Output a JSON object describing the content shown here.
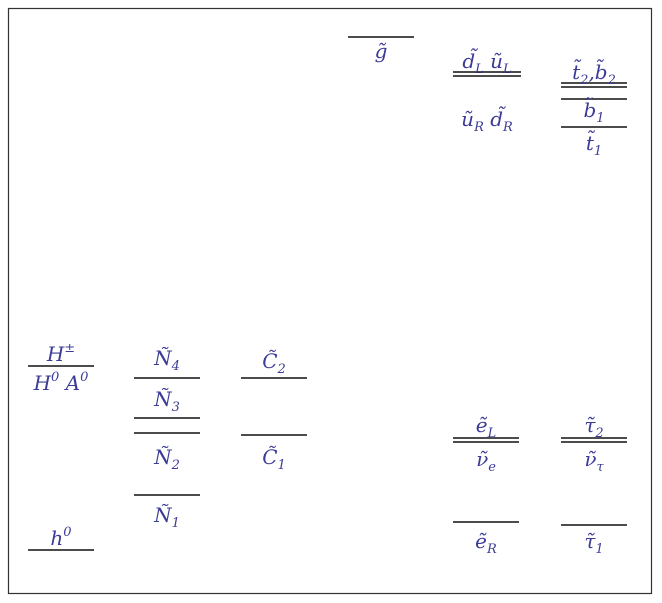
{
  "diagram": {
    "levels": [
      {
        "id": "gluino",
        "count": 1
      },
      {
        "id": "squark-L",
        "count": 2,
        "label": [
          {
            "t": "d̃"
          },
          {
            "t": "L",
            "sub": true
          },
          {
            "t": " ũ"
          },
          {
            "t": "L",
            "sub": true
          }
        ]
      },
      {
        "id": "squark-R",
        "count": 0,
        "label": [
          {
            "t": "ũ"
          },
          {
            "t": "R",
            "sub": true
          },
          {
            "t": " d̃"
          },
          {
            "t": "R",
            "sub": true
          }
        ]
      },
      {
        "id": "stop2-sbottom2",
        "count": 2,
        "label": [
          {
            "t": "t̃"
          },
          {
            "t": "2",
            "sub": true
          },
          {
            "t": ",b̃"
          },
          {
            "t": "2",
            "sub": true
          }
        ]
      },
      {
        "id": "sbottom1",
        "count": 1,
        "label": [
          {
            "t": "b̃"
          },
          {
            "t": "1",
            "sub": true
          }
        ]
      },
      {
        "id": "stop1",
        "count": 1,
        "label": [
          {
            "t": "t̃"
          },
          {
            "t": "1",
            "sub": true
          }
        ]
      },
      {
        "id": "charged-higgs",
        "count": 1,
        "label": [
          {
            "t": "H"
          },
          {
            "t": "±",
            "sup": true
          }
        ]
      },
      {
        "id": "heavy-higgs",
        "count": 1,
        "label": [
          {
            "t": "H"
          },
          {
            "t": "0",
            "sup": true
          },
          {
            "t": " A"
          },
          {
            "t": "0",
            "sup": true
          }
        ]
      },
      {
        "id": "light-higgs",
        "count": 1,
        "label": [
          {
            "t": "h"
          },
          {
            "t": "0",
            "sup": true
          }
        ]
      },
      {
        "id": "neutralino4",
        "count": 1,
        "label": [
          {
            "t": "Ñ"
          },
          {
            "t": "4",
            "sub": true
          }
        ]
      },
      {
        "id": "neutralino3",
        "count": 1,
        "label": [
          {
            "t": "Ñ"
          },
          {
            "t": "3",
            "sub": true
          }
        ]
      },
      {
        "id": "neutralino2",
        "count": 1,
        "label": [
          {
            "t": "Ñ"
          },
          {
            "t": "2",
            "sub": true
          }
        ]
      },
      {
        "id": "neutralino1",
        "count": 1,
        "label": [
          {
            "t": "Ñ"
          },
          {
            "t": "1",
            "sub": true
          }
        ]
      },
      {
        "id": "chargino2",
        "count": 1,
        "label": [
          {
            "t": "C̃"
          },
          {
            "t": "2",
            "sub": true
          }
        ]
      },
      {
        "id": "chargino1",
        "count": 1,
        "label": [
          {
            "t": "C̃"
          },
          {
            "t": "1",
            "sub": true
          }
        ]
      },
      {
        "id": "selectron-L",
        "count": 2,
        "label": [
          {
            "t": "ẽ"
          },
          {
            "t": "L",
            "sub": true
          }
        ]
      },
      {
        "id": "sneutrino-e",
        "count": 0,
        "label": [
          {
            "t": "ν̃"
          },
          {
            "t": "e",
            "sub": true
          }
        ]
      },
      {
        "id": "selectron-R",
        "count": 1,
        "label": [
          {
            "t": "ẽ"
          },
          {
            "t": "R",
            "sub": true
          }
        ]
      },
      {
        "id": "stau2",
        "count": 2,
        "label": [
          {
            "t": "τ̃"
          },
          {
            "t": "2",
            "sub": true
          }
        ]
      },
      {
        "id": "sneutrino-tau",
        "count": 0,
        "label": [
          {
            "t": "ν̃"
          },
          {
            "t": "τ",
            "sub": true
          }
        ]
      },
      {
        "id": "stau1",
        "count": 1,
        "label": [
          {
            "t": "τ̃"
          },
          {
            "t": "1",
            "sub": true
          }
        ]
      }
    ],
    "gluino_label": [
      {
        "t": "g̃"
      }
    ]
  },
  "colors": {
    "label": "#3c3c96",
    "line": "#111111",
    "frame": "#333333",
    "background": "#ffffff"
  }
}
